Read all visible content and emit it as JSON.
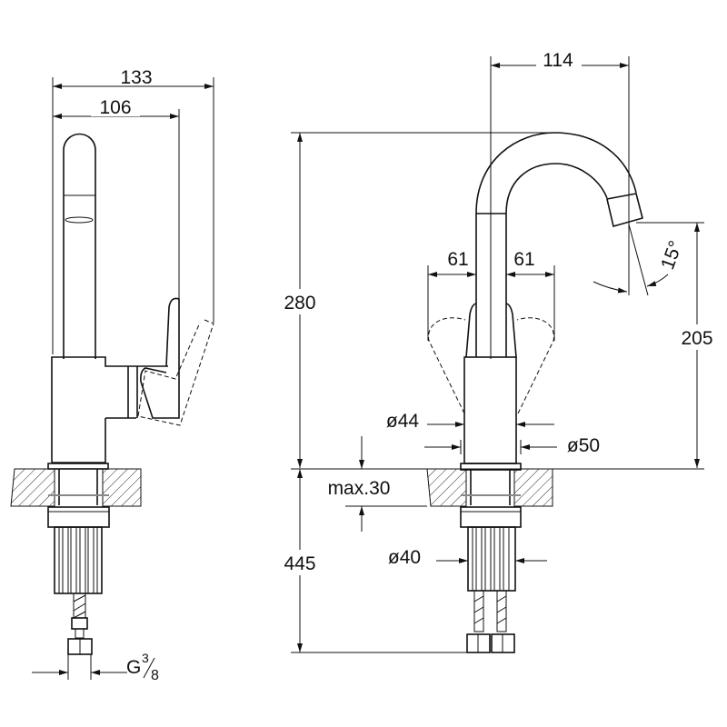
{
  "side_view": {
    "dim_overall_depth": "133",
    "dim_spout_reach": "106",
    "dim_connection": "G",
    "dim_connection_num": "3",
    "dim_connection_den": "8"
  },
  "front_view": {
    "dim_spout_projection": "114",
    "dim_height_total": "280",
    "dim_outlet_height": "205",
    "dim_handle_left": "61",
    "dim_handle_right": "61",
    "dim_swivel_angle": "15°",
    "dim_body_diameter": "ø44",
    "dim_flange_diameter": "ø50",
    "dim_max_counter": "max.30",
    "dim_below_counter": "445",
    "dim_hole_diameter": "ø40"
  },
  "colors": {
    "line": "#111111",
    "background": "#ffffff"
  }
}
